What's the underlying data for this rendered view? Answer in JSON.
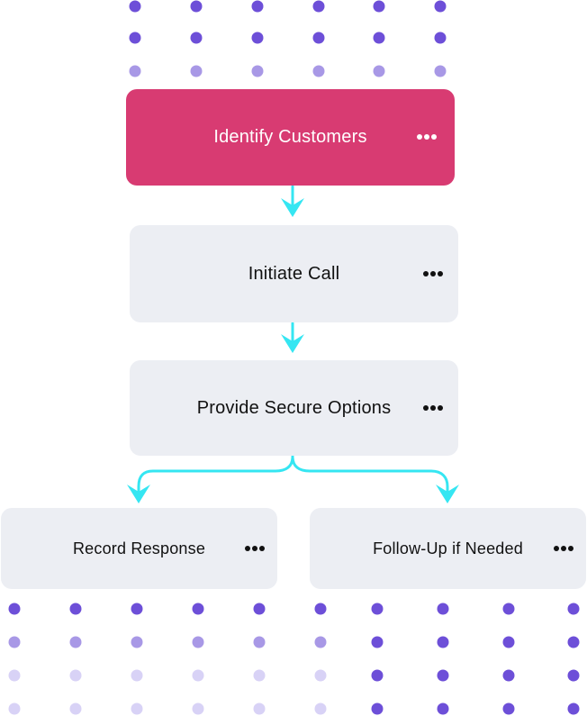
{
  "diagram": {
    "nodes": [
      {
        "id": "identify-customers",
        "label": "Identify Customers",
        "highlighted": true
      },
      {
        "id": "initiate-call",
        "label": "Initiate Call",
        "highlighted": false
      },
      {
        "id": "provide-secure-options",
        "label": "Provide Secure Options",
        "highlighted": false
      },
      {
        "id": "record-response",
        "label": "Record Response",
        "highlighted": false
      },
      {
        "id": "follow-up-if-needed",
        "label": "Follow-Up if Needed",
        "highlighted": false
      }
    ],
    "edges": [
      {
        "from": "identify-customers",
        "to": "initiate-call"
      },
      {
        "from": "initiate-call",
        "to": "provide-secure-options"
      },
      {
        "from": "provide-secure-options",
        "to": "record-response"
      },
      {
        "from": "provide-secure-options",
        "to": "follow-up-if-needed"
      }
    ],
    "more_icon": "more-horizontal-icon"
  },
  "colors": {
    "highlight_node": "#d83b72",
    "default_node": "#eceef3",
    "connector": "#35e6f2",
    "dot_strong": "#6d4fd8",
    "dot_medium": "#a898e6",
    "dot_light": "#d8d2f6"
  }
}
